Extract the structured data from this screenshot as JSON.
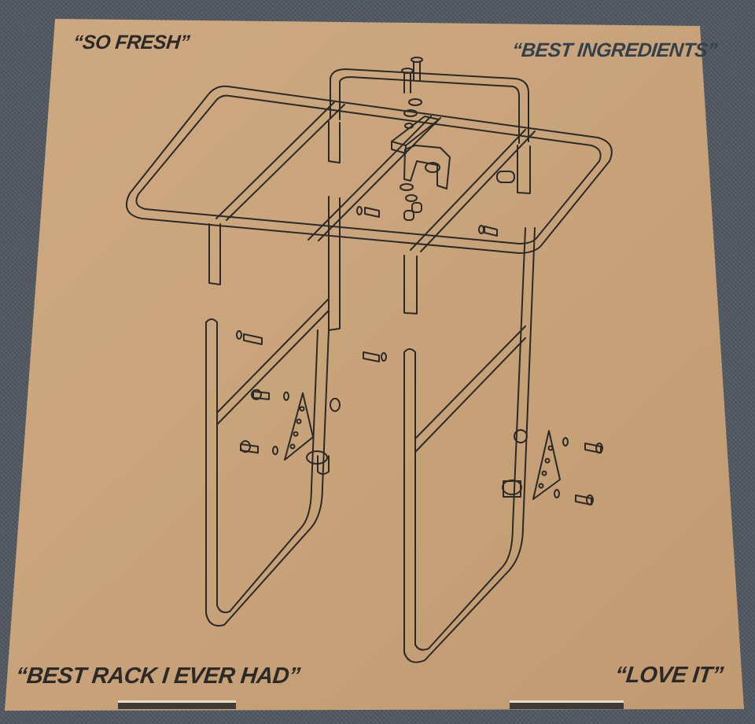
{
  "box": {
    "quotes": {
      "top_left": "“SO FRESH”",
      "top_right": "“BEST INGREDIENTS”",
      "bottom_left": "“BEST RACK I EVER HAD”",
      "bottom_right": "“LOVE IT”"
    },
    "illustration": "exploded-view-bike-rack"
  },
  "colors": {
    "cardboard": "#c9a47c",
    "ink": "#2b2a28",
    "fabric": "#505760"
  }
}
